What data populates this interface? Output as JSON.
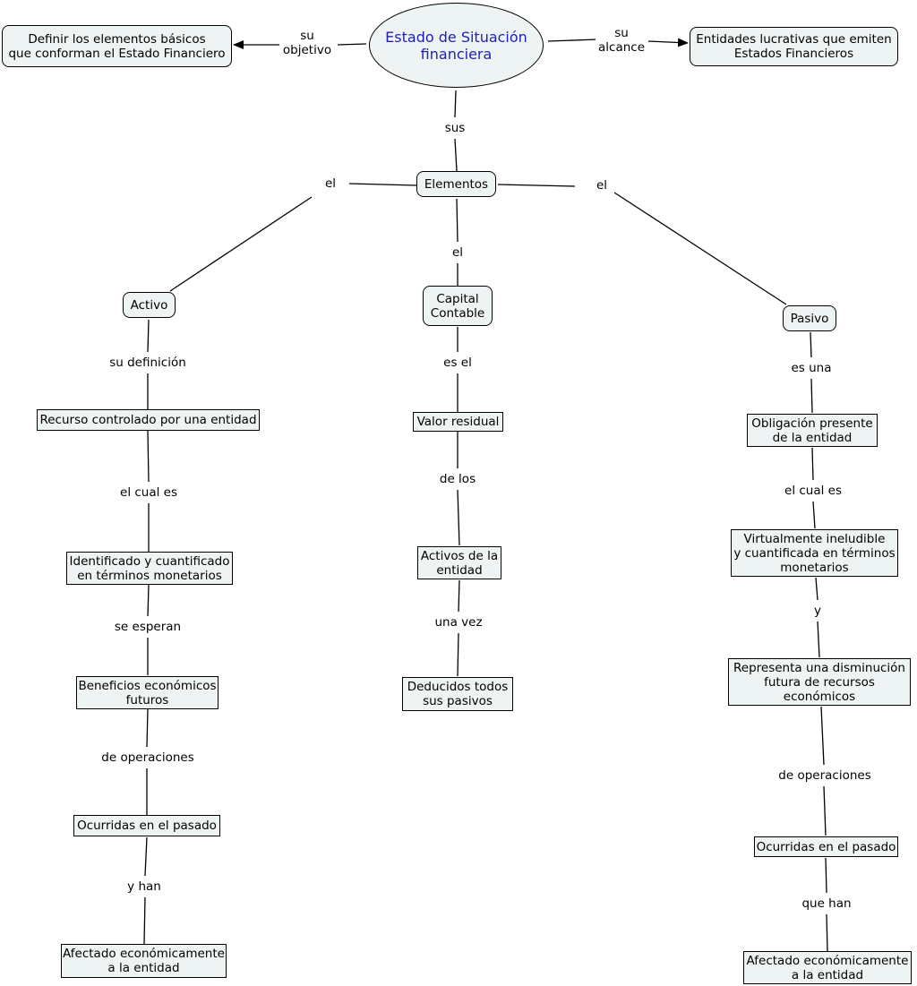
{
  "diagram": {
    "root": {
      "line1": "Estado de Situación",
      "line2": "financiera"
    },
    "objetivo": {
      "line1": "Definir los elementos básicos",
      "line2": "que conforman el Estado Financiero"
    },
    "alcance": {
      "line1": "Entidades lucrativas que emiten",
      "line2": "Estados Financieros"
    },
    "elementos": "Elementos",
    "activo": "Activo",
    "capital": {
      "line1": "Capital",
      "line2": "Contable"
    },
    "pasivo": "Pasivo",
    "activo_branch": {
      "recurso": "Recurso controlado por una entidad",
      "identificado": {
        "line1": "Identificado y cuantificado",
        "line2": "en términos monetarios"
      },
      "beneficios": {
        "line1": "Beneficios económicos",
        "line2": "futuros"
      },
      "ocurridas": "Ocurridas en el pasado",
      "afectado": {
        "line1": "Afectado económicamente",
        "line2": "a la entidad"
      }
    },
    "capital_branch": {
      "valor": "Valor residual",
      "activos": {
        "line1": "Activos de la",
        "line2": "entidad"
      },
      "deducidos": {
        "line1": "Deducidos todos",
        "line2": "sus pasivos"
      }
    },
    "pasivo_branch": {
      "obligacion": {
        "line1": "Obligación presente",
        "line2": "de la entidad"
      },
      "virtualmente": {
        "line1": "Virtualmente ineludible",
        "line2": "y cuantificada en términos",
        "line3": "monetarios"
      },
      "representa": {
        "line1": "Representa una disminución",
        "line2": "futura de recursos",
        "line3": "económicos"
      },
      "ocurridas": "Ocurridas en el pasado",
      "afectado": {
        "line1": "Afectado económicamente",
        "line2": "a la entidad"
      }
    },
    "links": {
      "su_objetivo": {
        "line1": "su",
        "line2": "objetivo"
      },
      "su_alcance": {
        "line1": "su",
        "line2": "alcance"
      },
      "sus": "sus",
      "el_left": "el",
      "el_right": "el",
      "el_center": "el",
      "su_definicion": "su definición",
      "el_cual_es_left": "el cual es",
      "se_esperan": "se esperan",
      "de_operaciones_left": "de operaciones",
      "y_han": "y han",
      "es_el": "es el",
      "de_los": "de los",
      "una_vez": "una vez",
      "es_una": "es una",
      "el_cual_es_right": "el cual es",
      "y": "y",
      "de_operaciones_right": "de operaciones",
      "que_han": "que han"
    }
  }
}
